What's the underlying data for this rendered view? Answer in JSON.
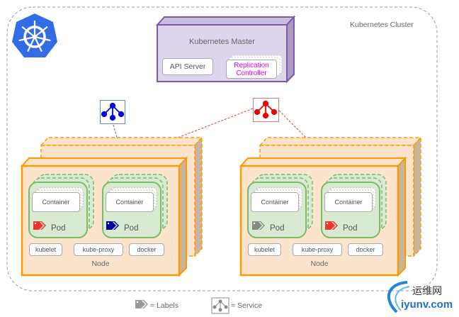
{
  "cluster": {
    "label": "Kubernetes Cluster",
    "logo": "kubernetes-helm-icon",
    "logo_color": "#326DE6"
  },
  "master": {
    "title": "Kubernetes Master",
    "components": {
      "api_server": "API Server",
      "replication_controller_line1": "Replication",
      "replication_controller_line2": "Controller"
    },
    "rc_color": "#E600E6"
  },
  "services": [
    {
      "name": "service-blue",
      "icon": "service-network-icon",
      "color": "#0000EE"
    },
    {
      "name": "service-red",
      "icon": "service-network-icon",
      "color": "#EE0000"
    }
  ],
  "nodes": [
    {
      "label": "Node",
      "pods": [
        {
          "label": "Pod",
          "container": "Container",
          "label_tag_color": "#EE3333"
        },
        {
          "label": "Pod",
          "container": "Container",
          "label_tag_color": "#000099"
        }
      ],
      "agents": [
        "kubelet",
        "kube-proxy",
        "docker"
      ]
    },
    {
      "label": "Node",
      "pods": [
        {
          "label": "Pod",
          "container": "Container",
          "label_tag_color": "#888888"
        },
        {
          "label": "Pod",
          "container": "Container",
          "label_tag_color": "#EE3333"
        }
      ],
      "agents": [
        "kubelet",
        "kube-proxy",
        "docker"
      ]
    }
  ],
  "legend": {
    "labels_text": "= Labels",
    "service_text": "= Service"
  },
  "watermark": {
    "cn_text": "运维网",
    "domain_text": "iyunv.com"
  },
  "colors": {
    "node_fill": "#FCE4CC",
    "node_stroke": "#FF9900",
    "node_side": "#C9B49D",
    "pod_fill": "#D9EAD3",
    "pod_stroke": "#7DBB68",
    "master_fill": "#DCD5EC",
    "master_stroke": "#7C5BA8",
    "master_side": "#A99BC0"
  }
}
